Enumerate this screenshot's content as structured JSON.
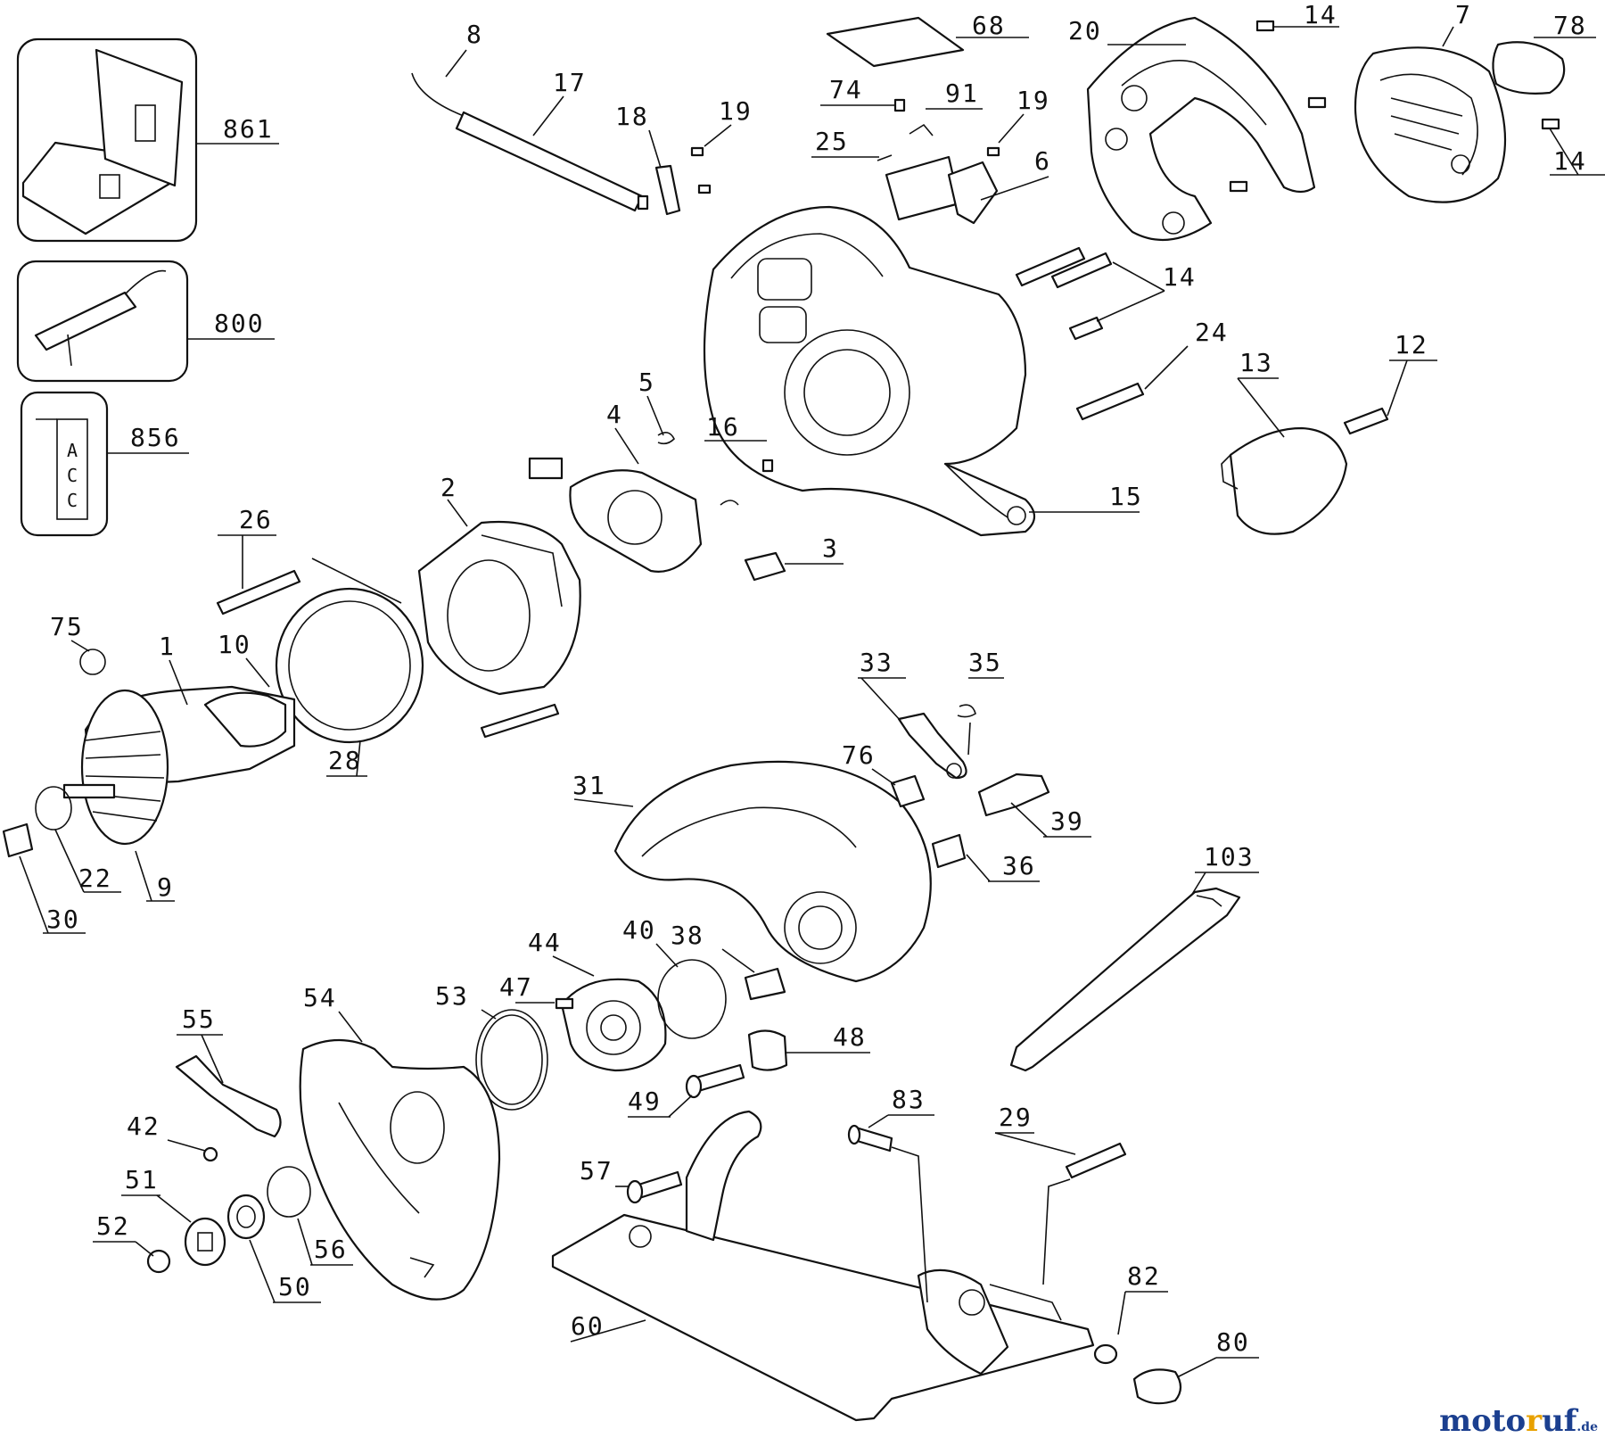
{
  "labels": {
    "l861": "861",
    "l800": "800",
    "l856": "856",
    "l8": "8",
    "l17": "17",
    "l18": "18",
    "l19a": "19",
    "l19b": "19",
    "l68": "68",
    "l74": "74",
    "l91": "91",
    "l25": "25",
    "l6": "6",
    "l20": "20",
    "l14a": "14",
    "l14b": "14",
    "l14c": "14",
    "l7": "7",
    "l78": "78",
    "l24": "24",
    "l13": "13",
    "l12": "12",
    "l5": "5",
    "l4": "4",
    "l16": "16",
    "l15": "15",
    "l3": "3",
    "l2": "2",
    "l26": "26",
    "l75": "75",
    "l1": "1",
    "l10": "10",
    "l28": "28",
    "l22": "22",
    "l9": "9",
    "l30": "30",
    "l33": "33",
    "l35": "35",
    "l76": "76",
    "l31": "31",
    "l39": "39",
    "l36": "36",
    "l103": "103",
    "l44": "44",
    "l40": "40",
    "l38": "38",
    "l47": "47",
    "l53": "53",
    "l54": "54",
    "l55": "55",
    "l48": "48",
    "l49": "49",
    "l42": "42",
    "l51": "51",
    "l52": "52",
    "l50": "50",
    "l56": "56",
    "l83": "83",
    "l29": "29",
    "l57": "57",
    "l82": "82",
    "l60": "60",
    "l80": "80"
  },
  "acc_tag": [
    "A",
    "C",
    "C"
  ],
  "watermark": {
    "part1": "moto",
    "part2": "r",
    "part3": "uf",
    "tld": ".de"
  }
}
